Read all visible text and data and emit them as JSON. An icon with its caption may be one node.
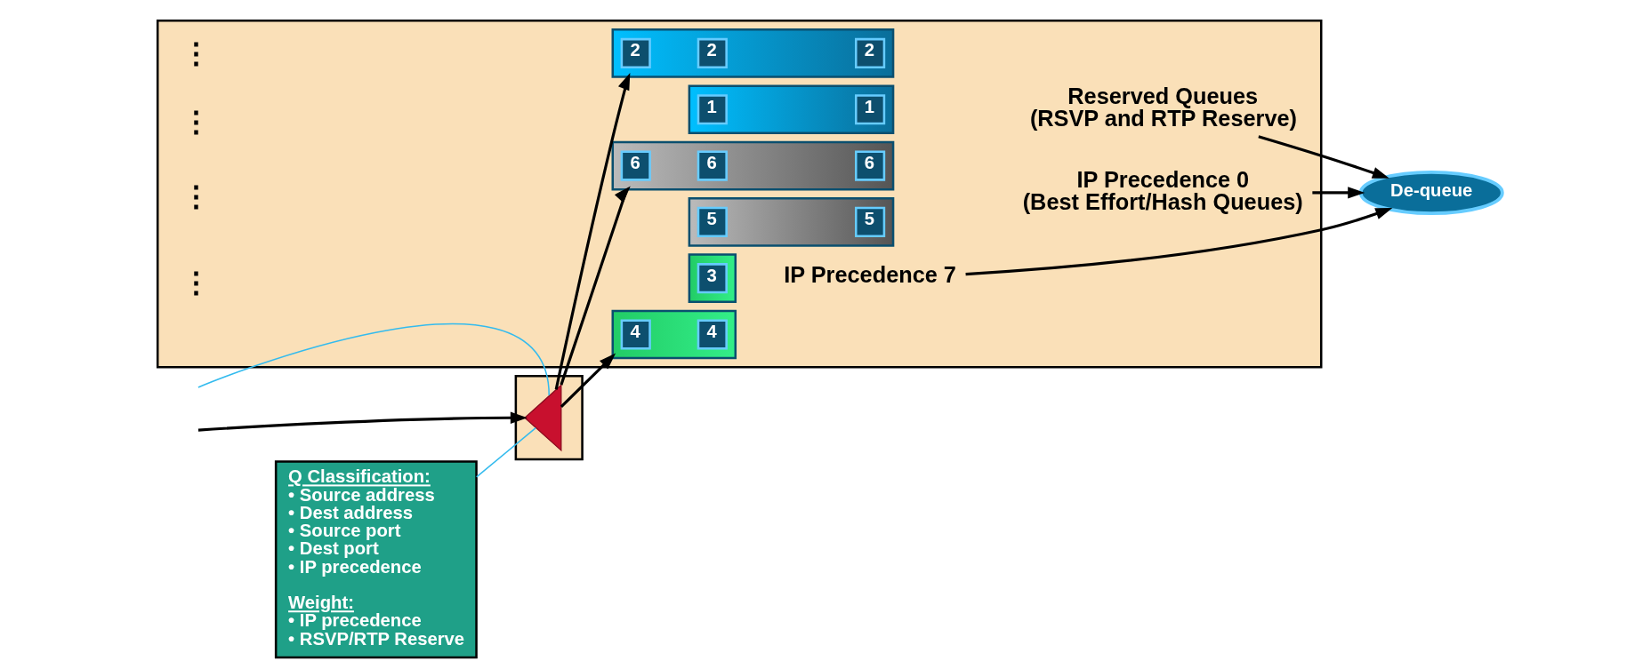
{
  "diagram": {
    "nodes": [
      {
        "text": [
          "Q Classification:",
          "• Source address",
          "• Dest address",
          "• Source port",
          "• Dest port",
          "• IP precedence",
          "Weight:",
          "• IP precedence",
          "• RSVP/RTP Reserve"
        ]
      },
      {
        "text": [],
        "shape": "box"
      },
      {
        "text": [],
        "shape": "triangle",
        "in": 1
      },
      {
        "text": [],
        "shape": "box"
      },
      {
        "text": [],
        "shape": "bar",
        "in": 3
      },
      {
        "text": [
          "1"
        ],
        "in": 4
      },
      {
        "text": [
          "1"
        ],
        "in": 4
      },
      {
        "text": [],
        "shape": "bar",
        "in": 3
      },
      {
        "text": [
          "2"
        ],
        "in": 7
      },
      {
        "text": [
          "2"
        ],
        "in": 7
      },
      {
        "text": [
          "2"
        ],
        "in": 7
      },
      {
        "text": [],
        "shape": "bar",
        "in": 3
      },
      {
        "text": [
          "3"
        ],
        "in": 11
      },
      {
        "text": [],
        "shape": "bar",
        "in": 3
      },
      {
        "text": [
          "4"
        ],
        "in": 13
      },
      {
        "text": [
          "4"
        ],
        "in": 13
      },
      {
        "text": [],
        "shape": "bar",
        "in": 3
      },
      {
        "text": [
          "5"
        ],
        "in": 16
      },
      {
        "text": [
          "5"
        ],
        "in": 16
      },
      {
        "text": [],
        "shape": "bar",
        "in": 3
      },
      {
        "text": [
          "6"
        ],
        "in": 19
      },
      {
        "text": [
          "6"
        ],
        "in": 19
      },
      {
        "text": [
          "6"
        ],
        "in": 19
      },
      {
        "text": [
          "Reserved Queues",
          "(RSVP and RTP Reserve)"
        ],
        "in": 3
      },
      {
        "text": [
          "IP Precedence 7"
        ],
        "in": 3
      },
      {
        "text": [
          "IP Precedence 0",
          "(Best Effort/Hash Queues)"
        ],
        "in": 3
      },
      {
        "text": [
          "De-queue"
        ]
      }
    ],
    "edges": [
      {
        "from": null,
        "to": 2,
        "arrow": "none",
        "color": "#33bbee"
      },
      {
        "from": null,
        "to": 2,
        "arrow": "to"
      },
      {
        "from": 2,
        "to": 7,
        "arrow": "to"
      },
      {
        "from": 2,
        "to": 13,
        "arrow": "to"
      },
      {
        "from": 2,
        "to": 19,
        "arrow": "to"
      },
      {
        "from": 23,
        "to": 26,
        "arrow": "to"
      },
      {
        "from": 24,
        "to": 26,
        "arrow": "to"
      },
      {
        "from": 25,
        "to": 26,
        "arrow": "to"
      },
      {
        "from": 0,
        "to": 2,
        "arrow": "none",
        "color": "#33bbee"
      }
    ],
    "labels": [
      "⋮",
      "⋮",
      "⋮",
      "⋮"
    ]
  }
}
